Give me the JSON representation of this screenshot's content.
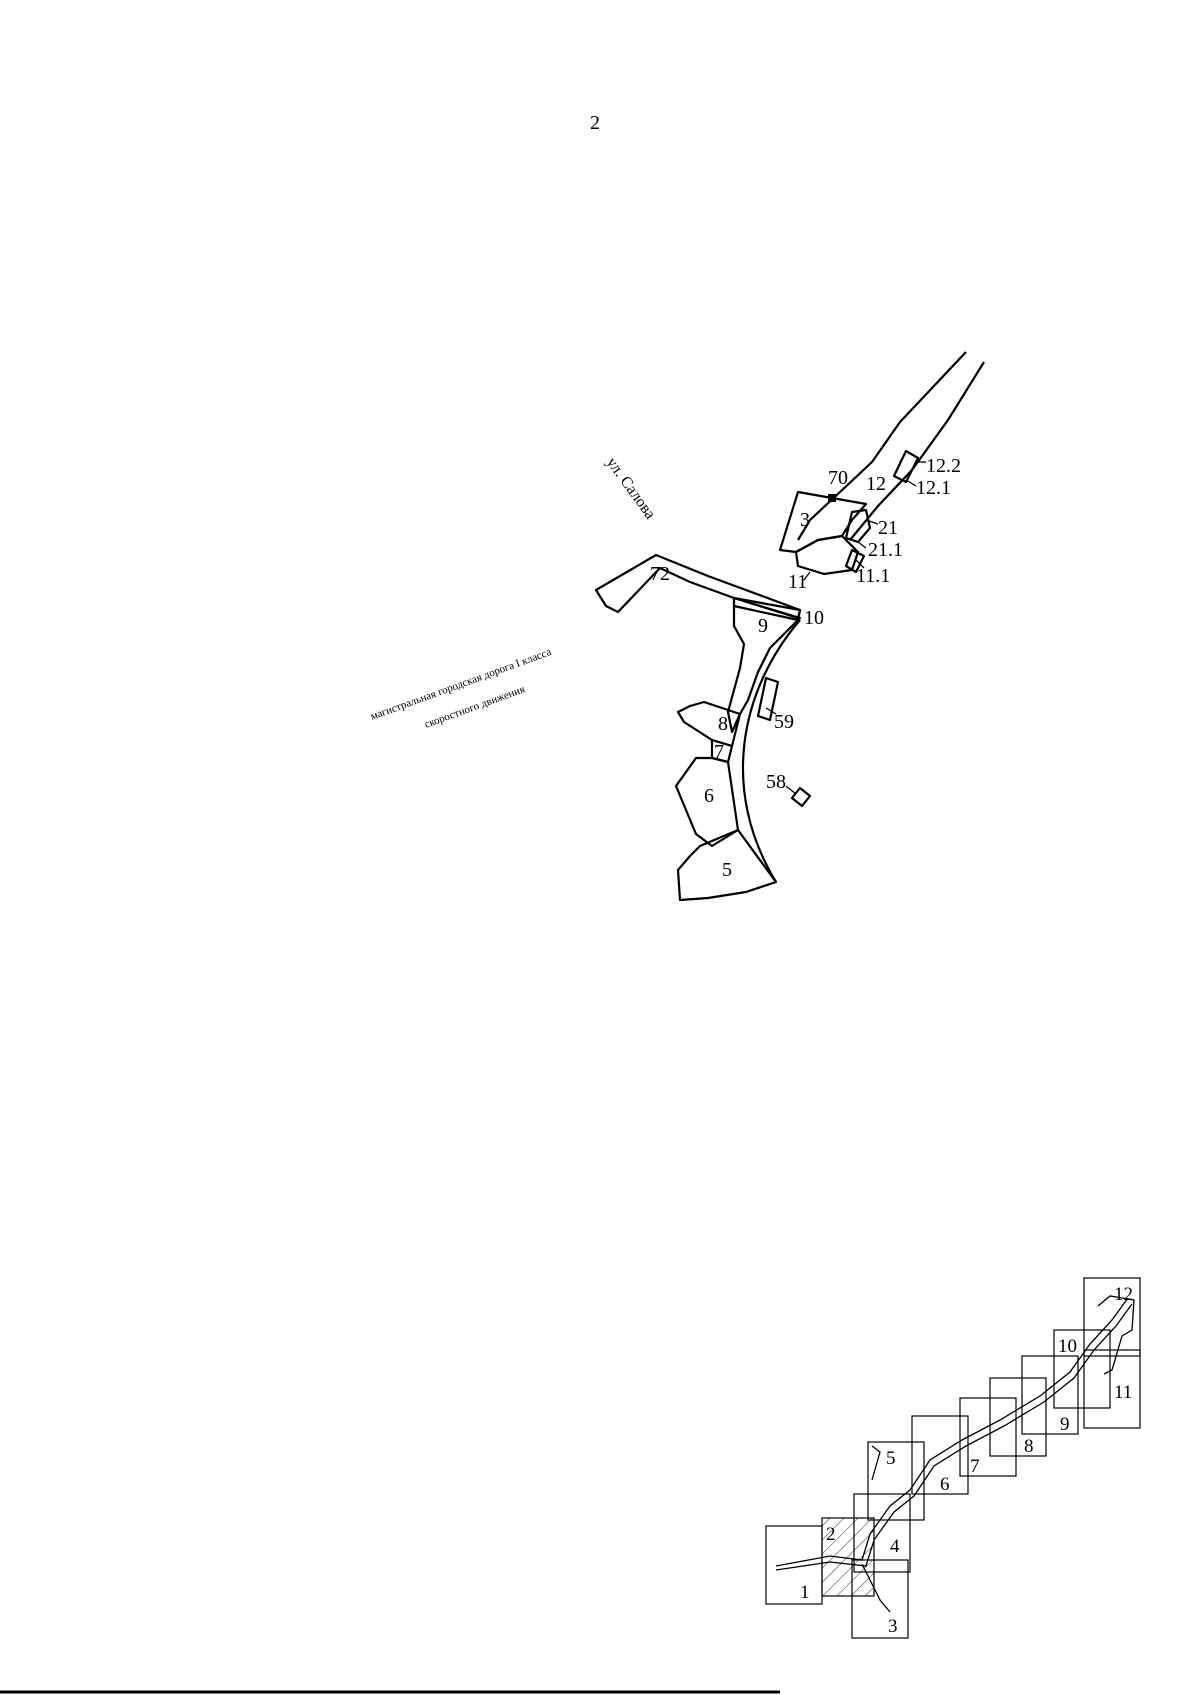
{
  "page": {
    "number": "2"
  },
  "map": {
    "street_label": "ул. Салова",
    "road_label_line1": "магистральная городская дорога I класса",
    "road_label_line2": "скоростного движения",
    "parcels": [
      "3",
      "5",
      "6",
      "7",
      "8",
      "9",
      "10",
      "11",
      "11.1",
      "12",
      "12.1",
      "12.2",
      "21",
      "21.1",
      "58",
      "59",
      "70",
      "72"
    ]
  },
  "index_map": {
    "sheets": [
      "1",
      "2",
      "3",
      "4",
      "5",
      "6",
      "7",
      "8",
      "9",
      "10",
      "11",
      "12"
    ],
    "highlighted_sheet": "2"
  }
}
